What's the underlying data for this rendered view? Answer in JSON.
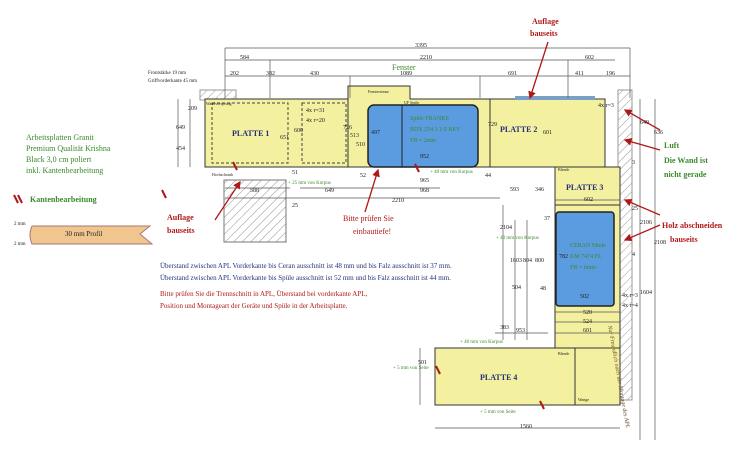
{
  "header": {
    "front_edge_label": "Frontstärke 19 mm",
    "grip_edge_label": "Griffvorderkante 45 mm"
  },
  "material": {
    "line1": "Arbeitsplatten Granit",
    "line2": "Premium Qualität Krishna",
    "line3": "Black 3,0 cm poliert",
    "line4": "inkl. Kantenbearbeitung",
    "edge_heading": "Kantenbearbeitung",
    "profile_label": "30 mm Profil",
    "profile_top_dim": "2 mm",
    "profile_bottom_dim": "2 mm"
  },
  "plates": {
    "p1": "PLATTE 1",
    "p2": "PLATTE 2",
    "p3": "PLATTE 3",
    "p4": "PLATTE 4"
  },
  "sink": {
    "line1": "Spüle FRANKE",
    "line2": "BDX 254 3 1/2 REV",
    "line3": "FB = 2mm",
    "width": "952",
    "depth": "497"
  },
  "hob": {
    "line1": "CERAN Miele",
    "line2": "KM 7474 FL",
    "line3": "FB = 6mm",
    "width": "502",
    "depth": "782"
  },
  "annotations": {
    "fenster": "Fenster",
    "auflage_top_1": "Auflage",
    "auflage_top_2": "bauseits",
    "auflage_left_1": "Auflage",
    "auflage_left_2": "bauseits",
    "einbautiefe_1": "Bitte prüfen Sie",
    "einbautiefe_2": "einbautiefe!",
    "luft": "Luft",
    "wand_1": "Die Wand ist",
    "wand_2": "nicht gerade",
    "holz_1": "Holz abschneiden",
    "holz_2": "bauseits",
    "vertical_note": "Nur Freundlich nach der Montage des APL"
  },
  "notes": {
    "green_1": "Überstand zwischen APL Vorderkante bis Ceran ausschnitt ist 48 mm und bis Falz ausschnitt ist 37 mm.",
    "green_2": "Überstand zwischen APL Vorderkante bis Spüle ausschnitt ist 52 mm und bis Falz ausschnitt ist 44 mm.",
    "red_1": "Bitte prüfen Sie die Trennschnitt in APL, Überstand bei vorderkante APL,",
    "red_2": "Position und Montageart der Geräte und Spüle in der Arbeitsplatte."
  },
  "dimensions": {
    "top_total": "3395",
    "top_2210": "2210",
    "top_584": "584",
    "top_602": "602",
    "row_202": "202",
    "row_382": "382",
    "row_430": "430",
    "row_1089": "1089",
    "row_691": "691",
    "row_411": "411",
    "row_196": "196",
    "left_649": "649",
    "left_454": "454",
    "left_209": "209",
    "inner_651": "651",
    "inner_600": "600",
    "inner_726": "726",
    "inner_513": "513",
    "inner_510": "510",
    "inner_729": "729",
    "inner_601": "601",
    "r31": "4x r=31",
    "r20": "4x r=20",
    "r3": "4x r=3",
    "r4": "4x r=4",
    "r3_right": "4x r=3",
    "bottom_588": "588",
    "bottom_649": "649",
    "bottom_968": "968",
    "bottom_965": "965",
    "bottom_2210": "2210",
    "bottom_593": "593",
    "bottom_346": "346",
    "d52": "52",
    "d44": "44",
    "d25": "25",
    "d51": "51",
    "d37": "37",
    "d48": "48",
    "r_602": "602",
    "r_520": "520",
    "r_524": "524",
    "r_601": "601",
    "r_953": "953",
    "r_1560": "1560",
    "v_2104": "2104",
    "v_1603": "1603",
    "v_804": "804",
    "v_800": "800",
    "v_504": "504",
    "v_383": "383",
    "v_501": "501",
    "v_3": "3",
    "v_4": "4",
    "v_25": "25",
    "v_2106": "2106",
    "v_2108": "2108",
    "v_1604": "1604",
    "v_649": "649",
    "v_636": "636"
  },
  "small_labels": {
    "wandvorsprung": "Wandvorsprung",
    "fenstersimse": "Fenstersimse",
    "bodenschrank_l": "Hochschrank",
    "blende": "Blende",
    "blende2": "Blende",
    "wange": "Wange",
    "korpus_25": "+ 25 mm von Korpus",
    "korpus_40a": "+ 40 mm von Korpus",
    "korpus_40b": "+ 40 mm von Korpus",
    "korpus_40c": "+ 40 mm von Korpus",
    "seite_5a": "+ 5 mm von Seite",
    "seite_5b": "+ 5 mm von Seite",
    "sink_top_label": "UF Spüle"
  },
  "colors": {
    "plate_fill": "#f3f0a0",
    "appliance_fill": "#5b9be0",
    "dim_line": "#555555",
    "red_note": "#b01818",
    "green_note": "#3a8a2a"
  }
}
